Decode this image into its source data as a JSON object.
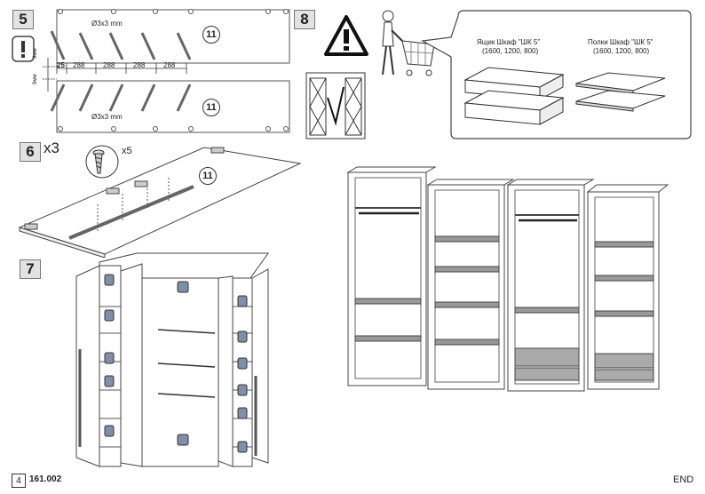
{
  "steps": {
    "s5": "5",
    "s6": "6",
    "s7": "7",
    "s8": "8"
  },
  "step5": {
    "hole_note_top": "Ø3x3 mm",
    "hole_note_bottom": "Ø3x3 mm",
    "part_number": "11",
    "dim_25": "25",
    "dim_288": "288",
    "dim_9mm": "9мм"
  },
  "step6": {
    "multiplier": "x3",
    "screw_count": "x5",
    "part_number": "11"
  },
  "step8": {
    "drawer_title": "Ящик Шкаф \"ШК 5\"",
    "drawer_sizes": "(1600, 1200, 800)",
    "shelf_title": "Полки Шкаф \"ШК 5\"",
    "shelf_sizes": "(1600, 1200, 800)"
  },
  "footer": {
    "page": "4",
    "doc_code": "161.002",
    "end": "END"
  }
}
